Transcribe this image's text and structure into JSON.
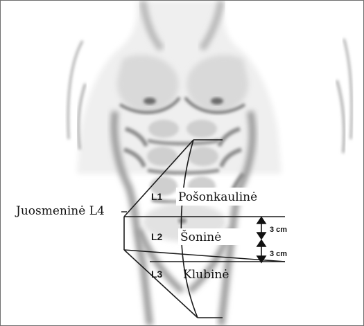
{
  "figure": {
    "side_label": "Juosmeninė L4",
    "zones": [
      {
        "code": "L1",
        "name": "Pošonkaulinė"
      },
      {
        "code": "L2",
        "name": "Šoninė"
      },
      {
        "code": "L3",
        "name": "Klubinė"
      }
    ],
    "measurements": [
      "3 cm",
      "3 cm"
    ],
    "colors": {
      "skin_shadow": "#9a9a9a",
      "skin_light": "#d6d6d6",
      "lines": "#1a1a1a",
      "border": "#6e6e6e"
    }
  }
}
